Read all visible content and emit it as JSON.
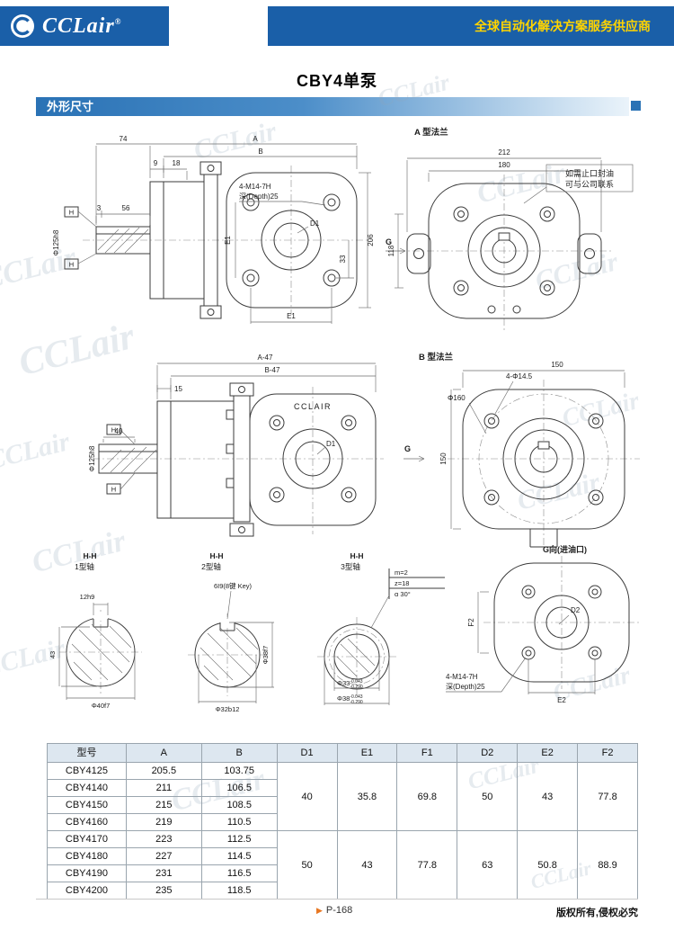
{
  "header": {
    "logo": "CCLair",
    "logo_reg": "®",
    "tagline": "全球自动化解决方案服务供应商"
  },
  "page": {
    "title": "CBY4单泵",
    "section": "外形尺寸",
    "watermark": "CCLair",
    "footer_arrow": "▶",
    "footer_page": "P-168",
    "footer_copyright": "版权所有,侵权必究"
  },
  "d1": {
    "dim_74": "74",
    "dim_A": "A",
    "dim_B": "B",
    "dim_18": "18",
    "dim_9": "9",
    "dim_3": "3",
    "dim_56": "56",
    "dim_shaft_dia": "Φ125h8",
    "bolt_note1": "4-M14-7H",
    "bolt_note2": "深(Depth)25",
    "dim_33": "33",
    "dim_206": "206",
    "dim_D1": "D1",
    "dim_E1": "E1",
    "datum_H": "H"
  },
  "d2": {
    "title": "A 型法兰",
    "dim_212": "212",
    "dim_180": "180",
    "dim_118": "118",
    "note1": "如需止口封油",
    "note2": "可与公司联系",
    "view_G": "G"
  },
  "d3": {
    "dim_A47": "A-47",
    "dim_B47": "B-47",
    "dim_15": "15",
    "dim_40": "40",
    "dim_shaft_dia": "Φ125h8",
    "brand": "CCLAIR",
    "dim_D1": "D1",
    "datum_H": "H"
  },
  "d4": {
    "title": "B 型法兰",
    "dim_bolts": "4-Φ14.5",
    "dim_phi160": "Φ160",
    "dim_150_top": "150",
    "dim_150_left": "150",
    "view_G": "G"
  },
  "s1": {
    "section": "H-H",
    "type": "1型轴",
    "dim_key": "12h9",
    "dim_43": "43",
    "dim_dia": "Φ40f7"
  },
  "s2": {
    "section": "H-H",
    "type": "2型轴",
    "dim_key": "6I9(8键 Key)",
    "dim_dia_v": "Φ38f7",
    "dim_dia_b": "Φ32b12"
  },
  "s3": {
    "section": "H-H",
    "type": "3型轴",
    "spec_m": "m=2",
    "spec_z": "z=18",
    "spec_a": "α 30°",
    "dim_phi33": "Φ33",
    "tol33_hi": "-0.043",
    "tol33_lo": "-0.290",
    "dim_phi38": "Φ38",
    "tol38_hi": "-0.043",
    "tol38_lo": "-0.290"
  },
  "gv": {
    "title": "G向(进油口)",
    "dim_F2": "F2",
    "dim_D2": "D2",
    "dim_E2": "E2",
    "bolt_note1": "4-M14-7H",
    "bolt_note2": "深(Depth)25"
  },
  "table": {
    "headers": [
      "型号",
      "A",
      "B",
      "D1",
      "E1",
      "F1",
      "D2",
      "E2",
      "F2"
    ],
    "rows": [
      [
        "CBY4125",
        "205.5",
        "103.75"
      ],
      [
        "CBY4140",
        "211",
        "106.5"
      ],
      [
        "CBY4150",
        "215",
        "108.5"
      ],
      [
        "CBY4160",
        "219",
        "110.5"
      ],
      [
        "CBY4170",
        "223",
        "112.5"
      ],
      [
        "CBY4180",
        "227",
        "114.5"
      ],
      [
        "CBY4190",
        "231",
        "116.5"
      ],
      [
        "CBY4200",
        "235",
        "118.5"
      ]
    ],
    "group1": [
      "40",
      "35.8",
      "69.8",
      "50",
      "43",
      "77.8"
    ],
    "group2": [
      "50",
      "43",
      "77.8",
      "63",
      "50.8",
      "88.9"
    ]
  }
}
